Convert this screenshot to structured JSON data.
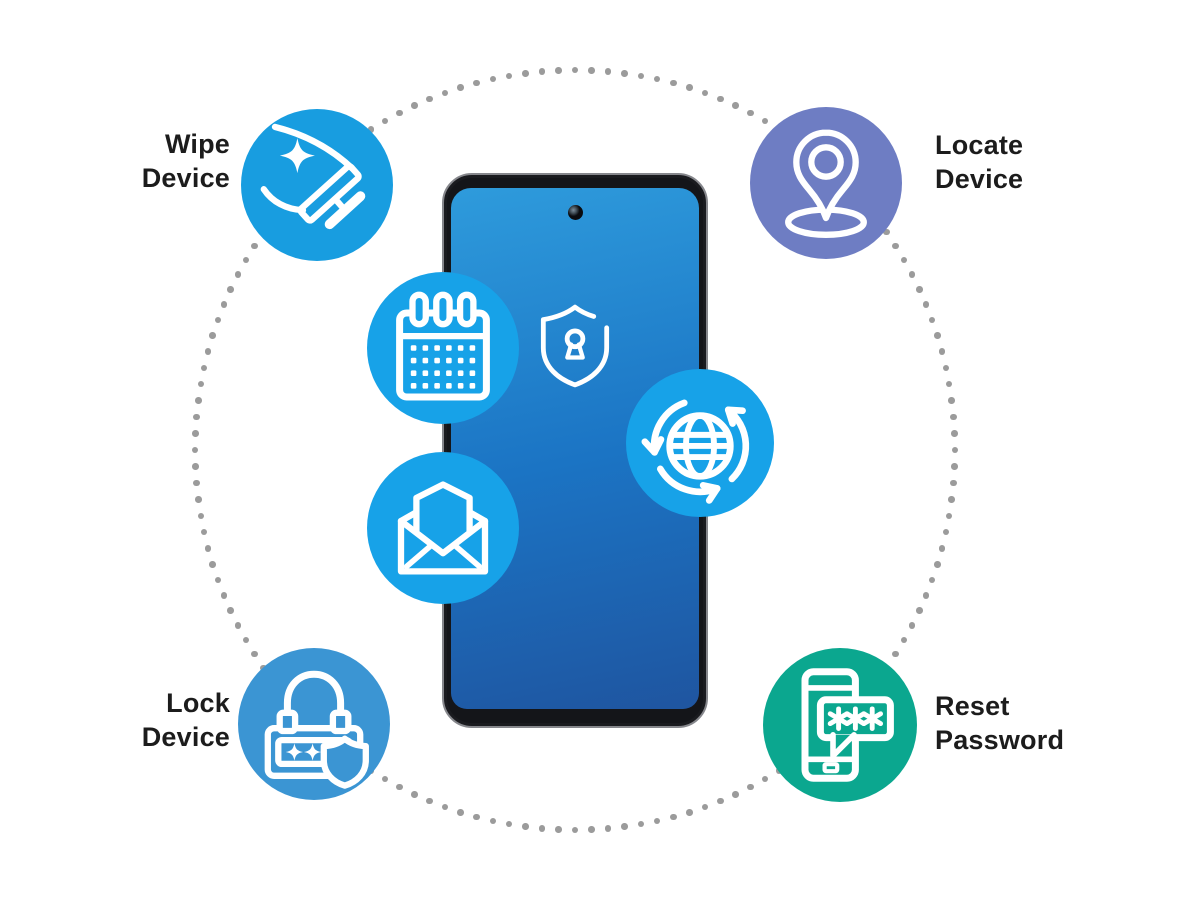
{
  "diagram": {
    "description": "Phone security features diagram",
    "features": [
      {
        "id": "wipe-device",
        "lines": [
          "Wipe",
          "Device"
        ],
        "icon": "wipe-icon",
        "color": "#189DE0"
      },
      {
        "id": "locate-device",
        "lines": [
          "Locate",
          "Device"
        ],
        "icon": "location-pin-icon",
        "color": "#6E7DC3"
      },
      {
        "id": "lock-device",
        "lines": [
          "Lock",
          "Device"
        ],
        "icon": "lock-shield-icon",
        "color": "#3B95D3"
      },
      {
        "id": "reset-password",
        "lines": [
          "Reset",
          "Password"
        ],
        "icon": "password-message-icon",
        "color": "#0BA78F"
      }
    ],
    "floating_icons": [
      {
        "id": "calendar",
        "icon": "calendar-icon",
        "color": "#17A2E8"
      },
      {
        "id": "email",
        "icon": "envelope-icon",
        "color": "#17A2E8"
      },
      {
        "id": "sync",
        "icon": "globe-sync-icon",
        "color": "#17A2E8"
      }
    ],
    "phone": {
      "screen_icon": "shield-keyhole-icon",
      "screen_top_color": "#2E9BDC",
      "screen_mid_color": "#1B74C4",
      "screen_bottom_color": "#1F55A0"
    },
    "ring_dot_color": "#9B9B9B",
    "background": "#FFFFFF",
    "text_color": "#1C1C1C"
  }
}
